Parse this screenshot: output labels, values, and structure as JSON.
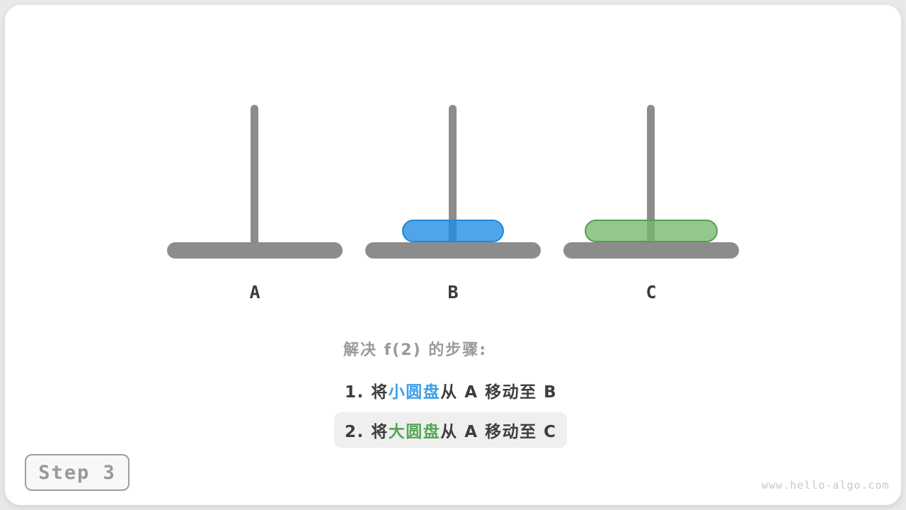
{
  "colors": {
    "peg_gray": "#8c8c8c",
    "small_disk_fill": "#47a8ec",
    "small_disk_border": "#2089d8",
    "large_disk_fill": "#87bf87",
    "large_disk_border": "#529e52",
    "title_gray": "#9a9a9a",
    "step_text_dark": "#3d3d3d",
    "blue_text": "#3e9fe6",
    "green_text": "#57a656",
    "highlight_bg": "#efefef"
  },
  "hanoi": {
    "pegs": [
      {
        "label": "A",
        "disks": []
      },
      {
        "label": "B",
        "disks": [
          "small-disk"
        ]
      },
      {
        "label": "C",
        "disks": [
          "large-disk"
        ]
      }
    ]
  },
  "steps": {
    "title": "解决 f(2) 的步骤:",
    "items": [
      {
        "pre": "1. 将",
        "disk": "小圆盘",
        "post": "从 A 移动至 B",
        "highlighted": false
      },
      {
        "pre": "2. 将",
        "disk": "大圆盘",
        "post": "从 A 移动至 C",
        "highlighted": true
      }
    ]
  },
  "footer": {
    "step_label": "Step 3",
    "watermark": "www.hello-algo.com"
  }
}
